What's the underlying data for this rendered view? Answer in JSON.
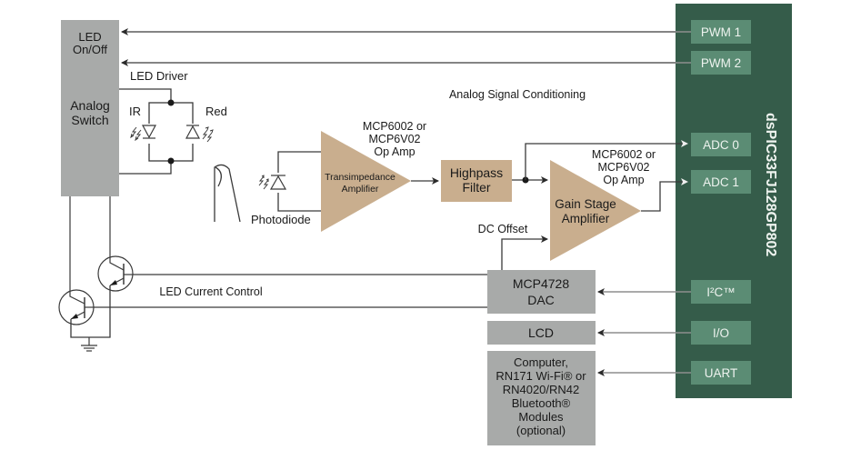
{
  "title": "Analog Signal Conditioning",
  "mcu": {
    "name": "dsPIC33FJ128GP802",
    "pins": {
      "pwm1": "PWM 1",
      "pwm2": "PWM 2",
      "adc0": "ADC 0",
      "adc1": "ADC 1",
      "i2c": "I²C™",
      "io": "I/O",
      "uart": "UART"
    }
  },
  "analog_switch": {
    "line1_a": "LED",
    "line1_b": "On/Off",
    "line2_a": "Analog",
    "line2_b": "Switch"
  },
  "led_driver_label": "LED Driver",
  "led_ir_label": "IR",
  "led_red_label": "Red",
  "photodiode_label": "Photodiode",
  "tia": {
    "line1": "Transimpedance",
    "line2": "Amplifier",
    "part_1": "MCP6002 or",
    "part_2": "MCP6V02",
    "part_3": "Op Amp"
  },
  "highpass": {
    "line1": "Highpass",
    "line2": "Filter"
  },
  "gain": {
    "line1": "Gain Stage",
    "line2": "Amplifier",
    "part_1": "MCP6002 or",
    "part_2": "MCP6V02",
    "part_3": "Op Amp"
  },
  "dc_offset_label": "DC Offset",
  "led_current_label": "LED Current Control",
  "dac": {
    "line1": "MCP4728",
    "line2": "DAC"
  },
  "lcd": "LCD",
  "comm": {
    "line1": "Computer,",
    "line2": "RN171 Wi-Fi® or",
    "line3": "RN4020/RN42",
    "line4": "Bluetooth®",
    "line5": "Modules",
    "line6": "(optional)"
  }
}
